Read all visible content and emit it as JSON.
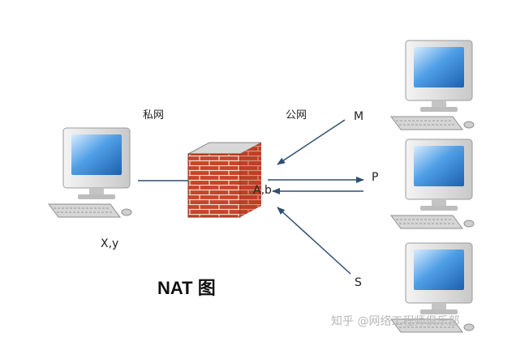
{
  "diagram": {
    "title": "NAT 图",
    "zones": {
      "private": "私网",
      "public": "公网"
    },
    "nodes": {
      "private_host": {
        "label": "X,y",
        "icon": "desktop-computer-icon"
      },
      "firewall": {
        "label": "A,b",
        "icon": "brick-firewall-icon"
      },
      "host_m": {
        "label": "M",
        "icon": "desktop-computer-icon"
      },
      "host_p": {
        "label": "P",
        "icon": "desktop-computer-icon"
      },
      "host_s": {
        "label": "S",
        "icon": "desktop-computer-icon"
      }
    },
    "links": [
      {
        "from": "private_host",
        "to": "firewall",
        "style": "line"
      },
      {
        "from": "host_m",
        "to": "firewall",
        "style": "arrow"
      },
      {
        "from": "firewall",
        "to": "host_p",
        "style": "arrow"
      },
      {
        "from": "host_p",
        "to": "firewall",
        "style": "arrow"
      },
      {
        "from": "host_s",
        "to": "firewall",
        "style": "arrow"
      }
    ]
  },
  "watermark": "知乎 @网络工程师俱乐部",
  "colors": {
    "arrow": "#2f4f6f",
    "brick": "#c8442a",
    "screen": "#2d79c9"
  }
}
